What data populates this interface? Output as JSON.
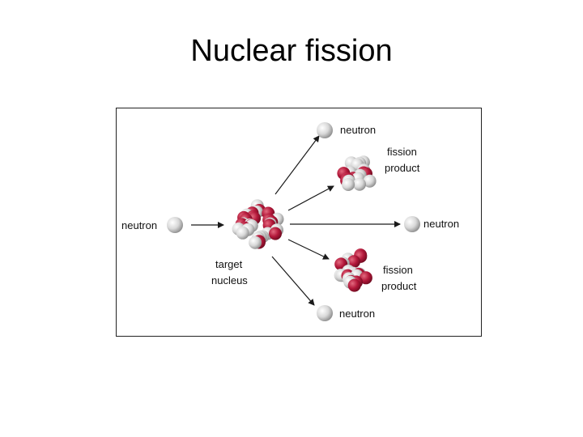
{
  "title": "Nuclear fission",
  "diagram": {
    "incoming_neutron": "neutron",
    "target_nucleus": [
      "target",
      "nucleus"
    ],
    "out_neutron_top": "neutron",
    "out_neutron_middle": "neutron",
    "out_neutron_bottom": "neutron",
    "fission_product_top": [
      "fission",
      "product"
    ],
    "fission_product_bottom": [
      "fission",
      "product"
    ],
    "colors": {
      "proton": "#b3183a",
      "neutron": "#e0e0e0",
      "arrow": "#1a1a1a",
      "border": "#222222"
    }
  }
}
